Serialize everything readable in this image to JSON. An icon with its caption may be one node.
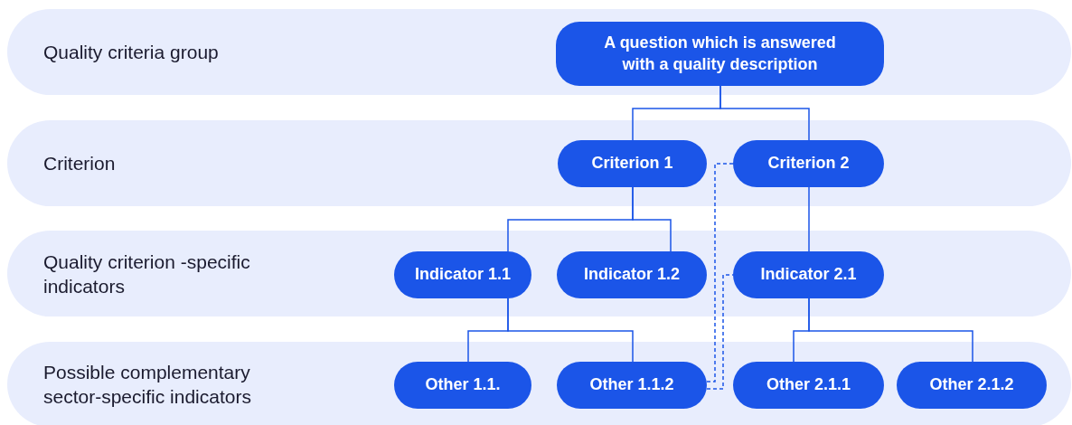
{
  "diagram": {
    "nodes": [
      {
        "text": [
          "Quality criteria group"
        ]
      },
      {
        "text": [
          "A question which is answered with a quality description"
        ],
        "in": 0
      },
      {
        "text": [
          "Criterion"
        ]
      },
      {
        "text": [
          "Criterion 1"
        ],
        "in": 2
      },
      {
        "text": [
          "Criterion 2"
        ],
        "in": 2
      },
      {
        "text": [
          "Quality criterion -specific indicators"
        ]
      },
      {
        "text": [
          "Indicator 1.1"
        ],
        "in": 5
      },
      {
        "text": [
          "Indicator 1.2"
        ],
        "in": 5
      },
      {
        "text": [
          "Indicator 2.1"
        ],
        "in": 5
      },
      {
        "text": [
          "Possible complementary sector-specific indicators"
        ]
      },
      {
        "text": [
          "Other 1.1."
        ],
        "in": 9
      },
      {
        "text": [
          "Other 1.1.2"
        ],
        "in": 9
      },
      {
        "text": [
          "Other 2.1.1"
        ],
        "in": 9
      },
      {
        "text": [
          "Other 2.1.2"
        ],
        "in": 9
      }
    ],
    "edges": [
      {
        "from": 1,
        "to": 3,
        "arrow": "none"
      },
      {
        "from": 1,
        "to": 4,
        "arrow": "none"
      },
      {
        "from": 3,
        "to": 6,
        "arrow": "none"
      },
      {
        "from": 3,
        "to": 7,
        "arrow": "none"
      },
      {
        "from": 4,
        "to": 8,
        "arrow": "none"
      },
      {
        "from": 6,
        "to": 10,
        "arrow": "none"
      },
      {
        "from": 6,
        "to": 11,
        "arrow": "none"
      },
      {
        "from": 8,
        "to": 12,
        "arrow": "none"
      },
      {
        "from": 8,
        "to": 13,
        "arrow": "none"
      },
      {
        "from": 11,
        "to": 4,
        "arrow": "none",
        "style": "dashed"
      },
      {
        "from": 11,
        "to": 8,
        "arrow": "none",
        "style": "dashed"
      }
    ]
  }
}
